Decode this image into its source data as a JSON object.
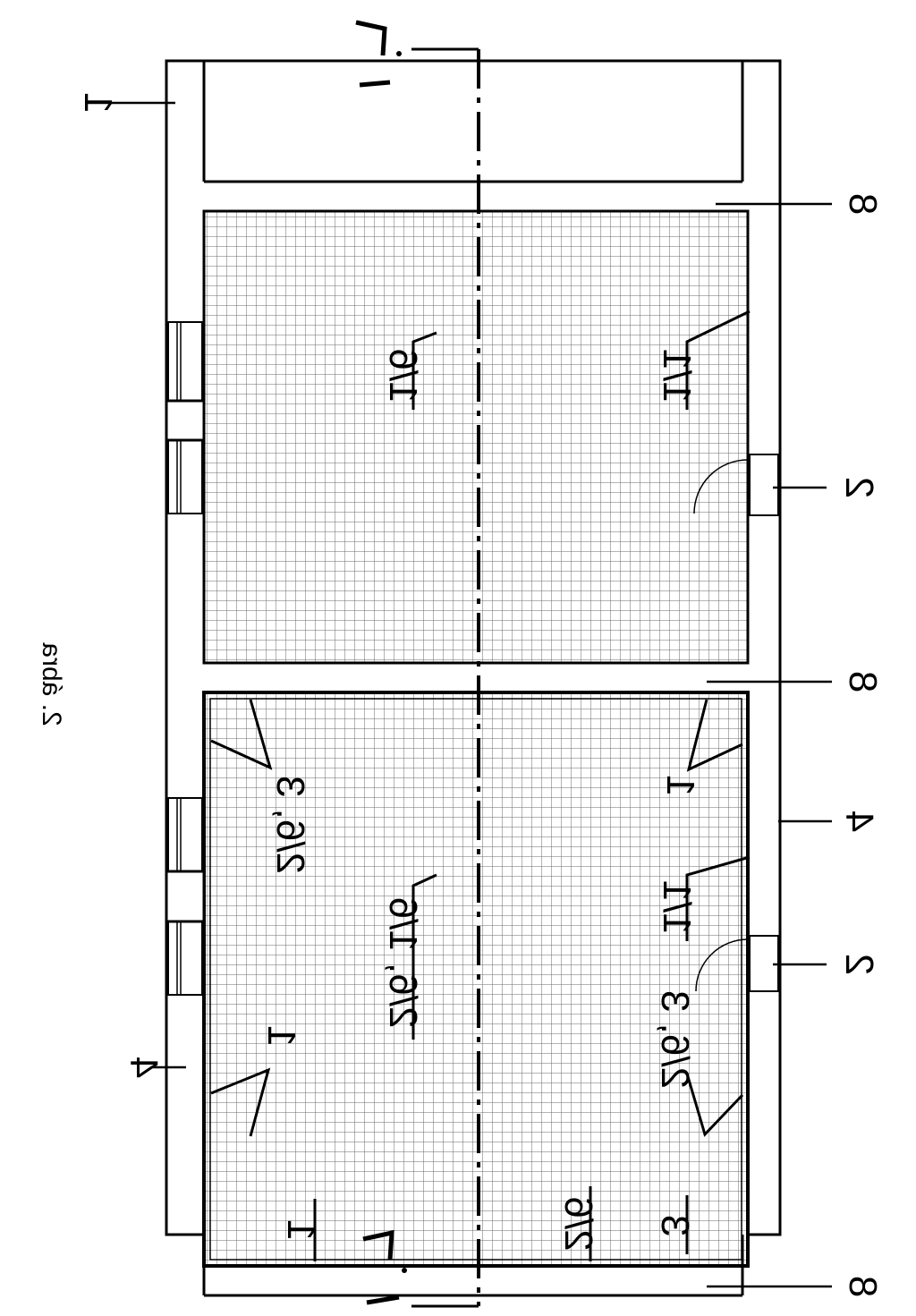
{
  "drawing": {
    "caption": "2. ábra",
    "section_mark": "1-1",
    "note_labels": [
      "1",
      "8",
      "8",
      "8",
      "2",
      "2",
      "4",
      "4"
    ],
    "room_labels": {
      "upper_room_west": "1/6",
      "upper_room_east": "1/1",
      "lower_room_west": "2/6, 1/6",
      "lower_room_center_west": "2/6, 3",
      "lower_room_center_east": "1/1",
      "lower_room_corner_west": "1",
      "lower_room_corner_east": "1",
      "lower_room_south_east": "2/6, 3",
      "end_room_1": "1",
      "end_room_2": "2/6",
      "end_room_3": "3"
    }
  }
}
